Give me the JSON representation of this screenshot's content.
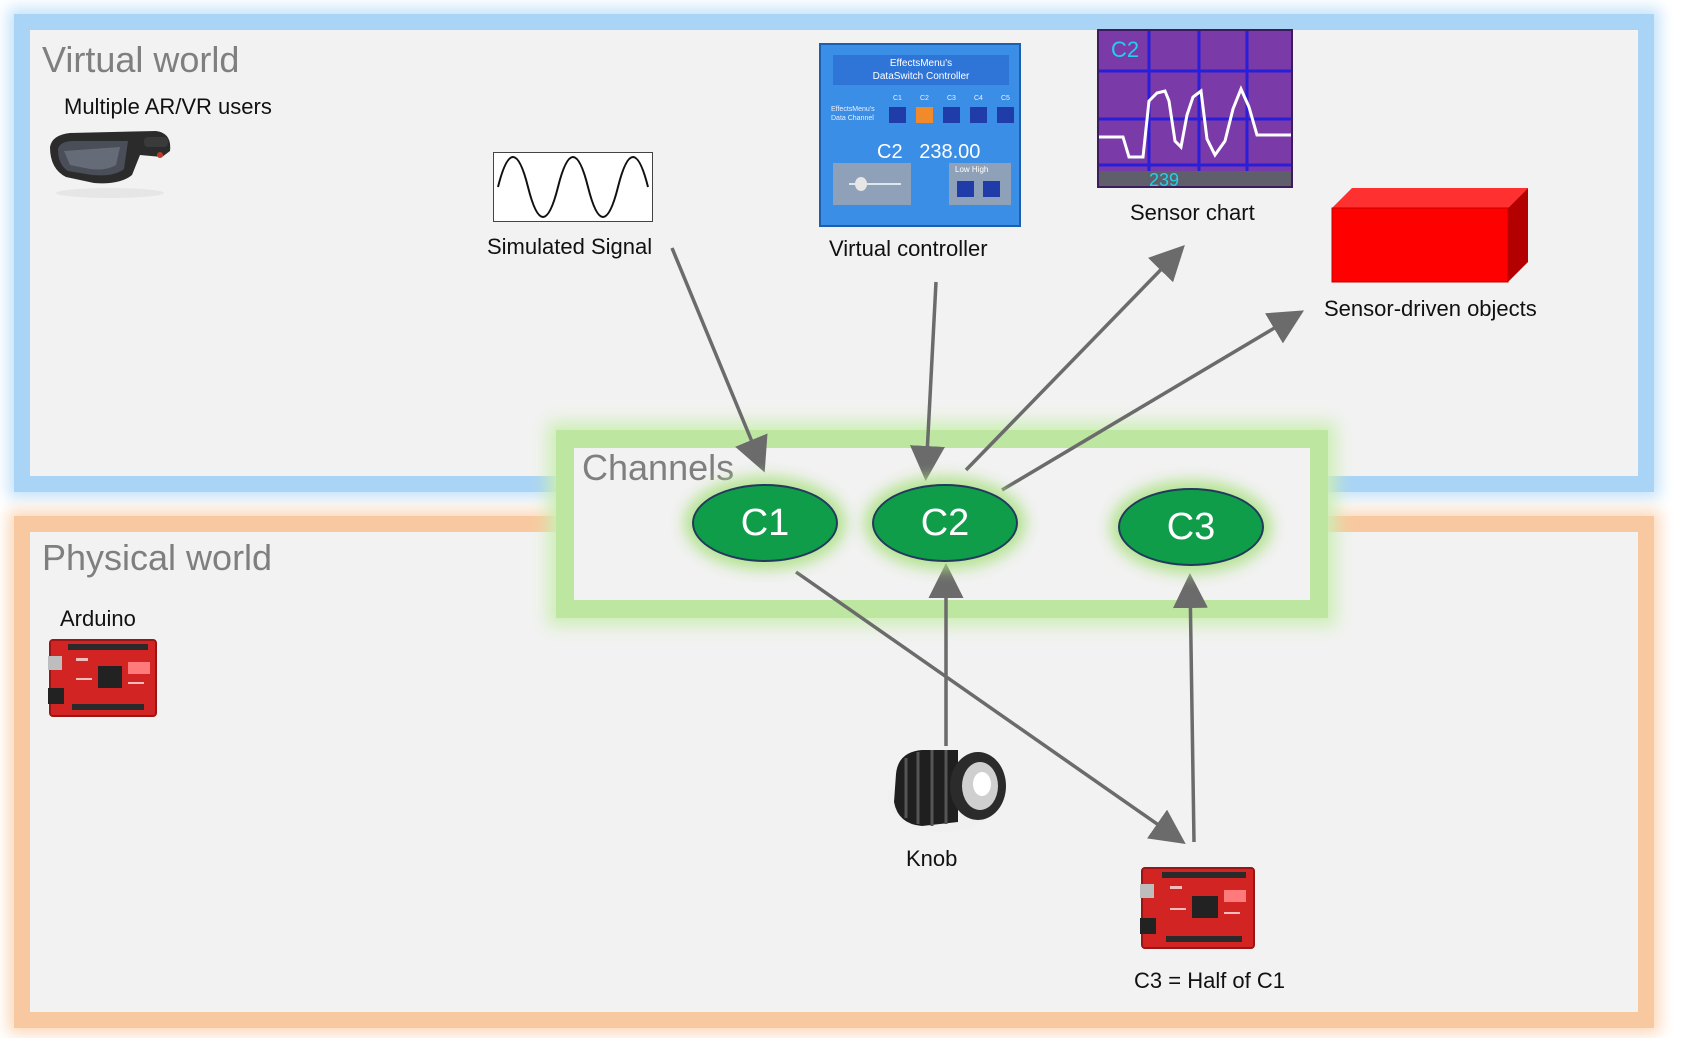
{
  "regions": {
    "virtual": {
      "title": "Virtual world"
    },
    "physical": {
      "title": "Physical world"
    },
    "channels": {
      "title": "Channels"
    }
  },
  "items": {
    "ar_vr_users": "Multiple AR/VR users",
    "arduino": "Arduino",
    "simulated_signal": "Simulated Signal",
    "virtual_controller": "Virtual controller",
    "sensor_chart": "Sensor chart",
    "sensor_objects": "Sensor-driven objects",
    "knob": "Knob",
    "half_of_c1": "C3 = Half of C1"
  },
  "channels": [
    {
      "id": "C1",
      "label": "C1"
    },
    {
      "id": "C2",
      "label": "C2"
    },
    {
      "id": "C3",
      "label": "C3"
    }
  ],
  "controller_panel": {
    "title_line1": "EffectsMenu's",
    "title_line2": "DataSwitch Controller",
    "side_line1": "EffectsMenu's",
    "side_line2": "Data Channel",
    "channel_buttons": [
      "C1",
      "C2",
      "C3",
      "C4",
      "C5"
    ],
    "selected_channel": "C2",
    "readout_channel": "C2",
    "readout_value": "238.00",
    "low_high_label": "Low High"
  },
  "sensor_chart_panel": {
    "channel_label": "C2",
    "value_label": "239"
  },
  "edges": [
    {
      "from": "Simulated Signal",
      "to": "C1"
    },
    {
      "from": "Virtual controller",
      "to": "C2"
    },
    {
      "from": "C2",
      "to": "Sensor chart"
    },
    {
      "from": "C2",
      "to": "Sensor-driven objects"
    },
    {
      "from": "Knob",
      "to": "C2"
    },
    {
      "from": "C1",
      "to": "C3 = Half of C1"
    },
    {
      "from": "C3 = Half of C1",
      "to": "C3"
    }
  ],
  "colors": {
    "virtual_border": "#a9d4f5",
    "physical_border": "#f8c9a0",
    "channels_border": "#bde6a0",
    "channel_fill": "#0f9d4a",
    "arrow": "#6b6b6b",
    "sensor_object": "#ff0000"
  }
}
